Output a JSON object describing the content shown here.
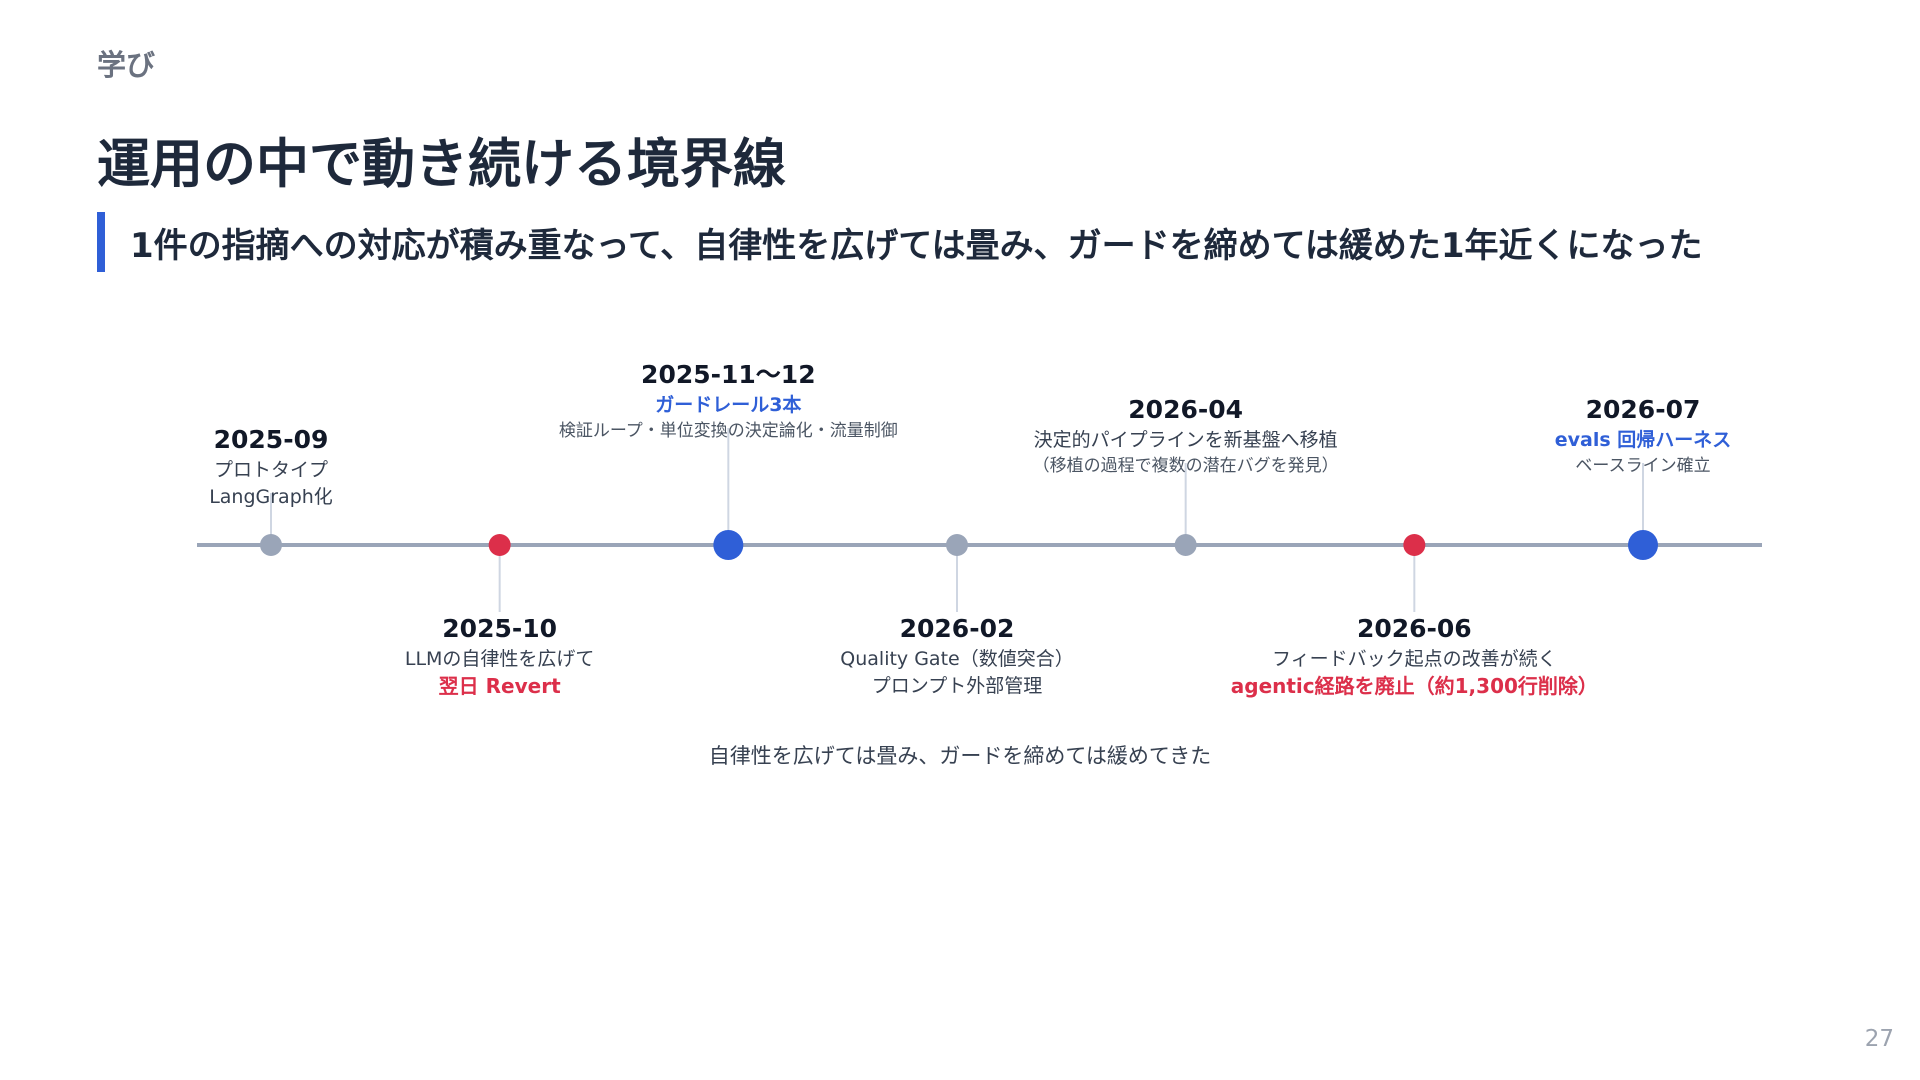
{
  "header": {
    "section_label": "学び",
    "title": "運用の中で動き続ける境界線",
    "subtitle": "1件の指摘への対応が積み重なって、自律性を広げては畳み、ガードを締めては緩めた1年近くになった"
  },
  "colors": {
    "accent_blue": "#2f5fd7",
    "accent_red": "#dc2f4a",
    "neutral_gray": "#9aa5b8",
    "axis": "#9aa5b8",
    "connector": "#cfd6e2"
  },
  "timeline": {
    "events": [
      {
        "id": "2025-09",
        "date": "2025-09",
        "position": "above",
        "marker": "gray",
        "lines": [
          {
            "text": "プロトタイプ",
            "style": "normal"
          },
          {
            "text": "LangGraph化",
            "style": "normal"
          }
        ]
      },
      {
        "id": "2025-10",
        "date": "2025-10",
        "position": "below",
        "marker": "red",
        "lines": [
          {
            "text": "LLMの自律性を広げて",
            "style": "normal"
          },
          {
            "text": "翌日 Revert",
            "style": "red"
          }
        ]
      },
      {
        "id": "2025-11-12",
        "date": "2025-11〜12",
        "position": "above",
        "marker": "blue",
        "lines": [
          {
            "text": "ガードレール3本",
            "style": "blue"
          },
          {
            "text": "検証ループ・単位変換の決定論化・流量制御",
            "style": "small"
          }
        ]
      },
      {
        "id": "2026-02",
        "date": "2026-02",
        "position": "below",
        "marker": "gray",
        "lines": [
          {
            "text": "Quality Gate（数値突合）",
            "style": "normal"
          },
          {
            "text": "プロンプト外部管理",
            "style": "normal"
          }
        ]
      },
      {
        "id": "2026-04",
        "date": "2026-04",
        "position": "above",
        "marker": "gray",
        "lines": [
          {
            "text": "決定的パイプラインを新基盤へ移植",
            "style": "normal"
          },
          {
            "text": "（移植の過程で複数の潜在バグを発見）",
            "style": "small"
          }
        ]
      },
      {
        "id": "2026-06",
        "date": "2026-06",
        "position": "below",
        "marker": "red",
        "lines": [
          {
            "text": "フィードバック起点の改善が続く",
            "style": "normal"
          },
          {
            "text": "agentic経路を廃止（約1,300行削除）",
            "style": "red"
          }
        ]
      },
      {
        "id": "2026-07",
        "date": "2026-07",
        "position": "above",
        "marker": "blue",
        "lines": [
          {
            "text": "evals 回帰ハーネス",
            "style": "blue"
          },
          {
            "text": "ベースライン確立",
            "style": "small"
          }
        ]
      }
    ]
  },
  "caption": "自律性を広げては畳み、ガードを締めては緩めてきた",
  "page_number": "27"
}
